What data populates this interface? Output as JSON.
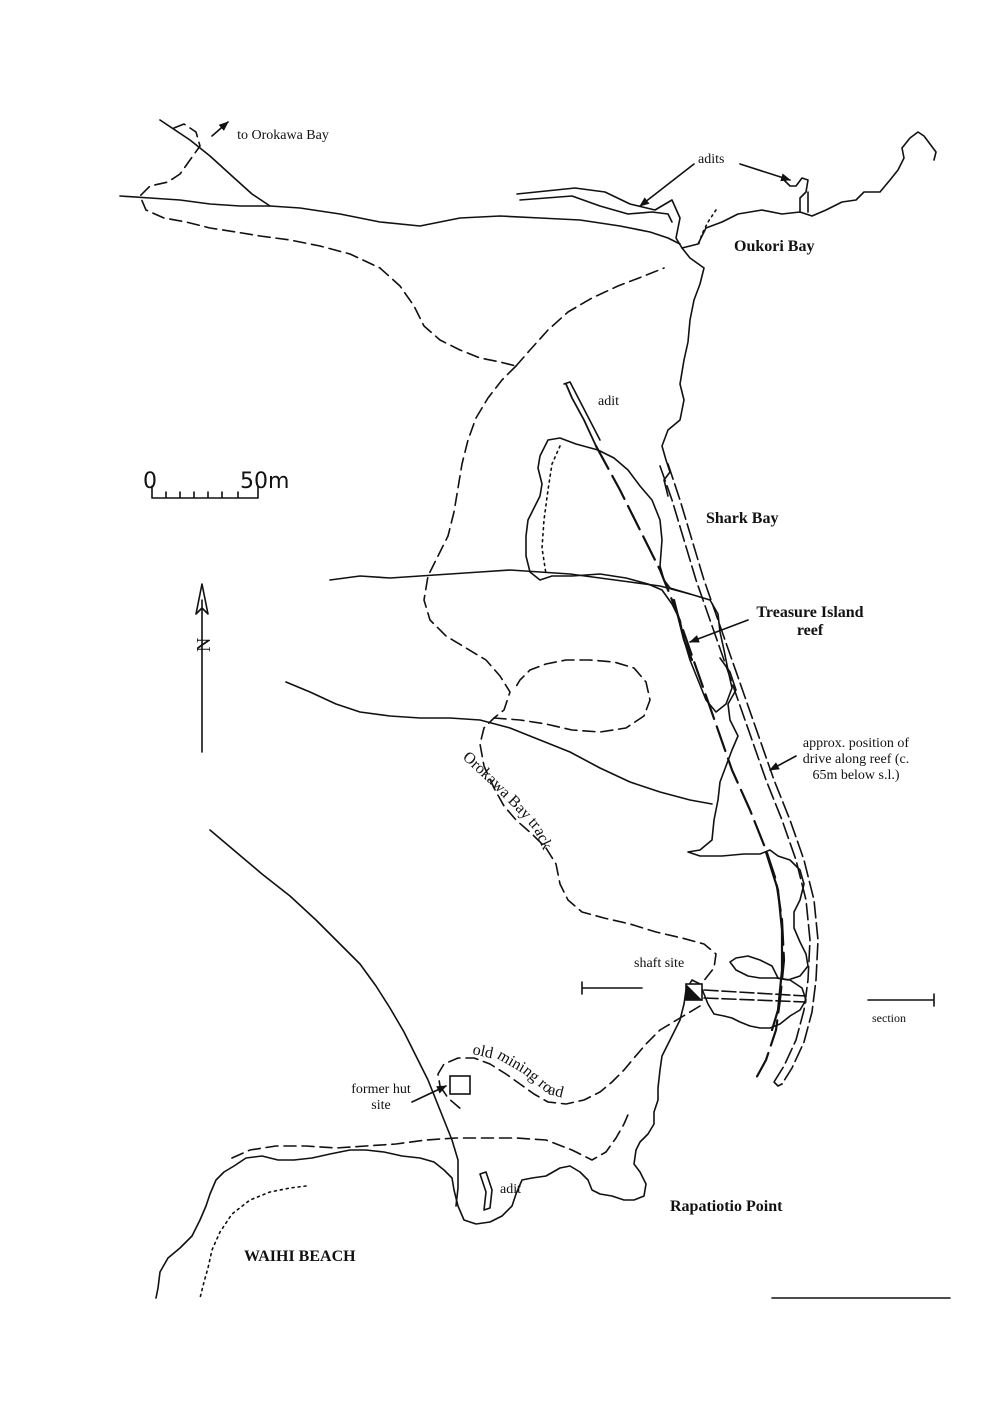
{
  "labels": {
    "to_orokawa_bay": "to Orokawa Bay",
    "adits_top": "adits",
    "oukori_bay": "Oukori Bay",
    "adit_mid": "adit",
    "shark_bay": "Shark Bay",
    "treasure_island_reef": "Treasure Island reef",
    "approx_position": "approx. position of drive along reef (c. 65m below s.l.)",
    "orokawa_bay_track": "Orokawa Bay track",
    "shaft_site": "shaft site",
    "section": "section",
    "old_mining_road": "old mining road",
    "former_hut_site": "former hut site",
    "adit_bottom": "adit",
    "rapatiotio_point": "Rapatiotio Point",
    "waihi_beach": "WAIHI BEACH"
  },
  "scale": {
    "start": "0",
    "end": "50m"
  },
  "north_label": "N"
}
